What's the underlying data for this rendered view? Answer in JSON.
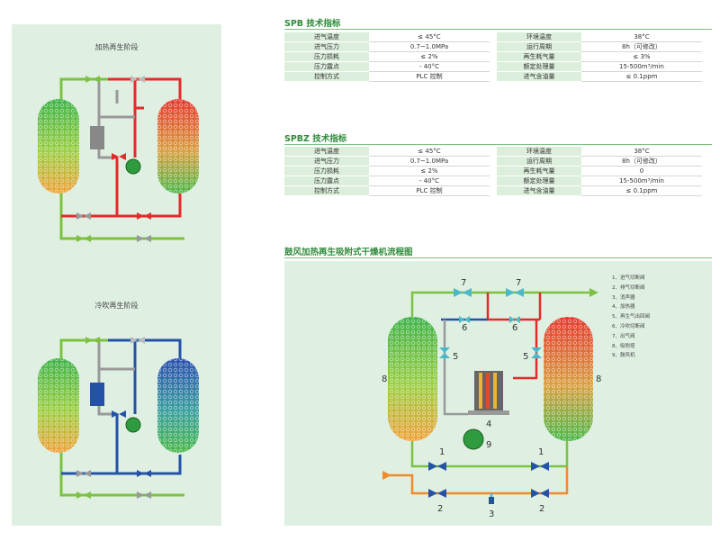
{
  "stages": {
    "heating_title": "加热再生阶段",
    "cooling_title": "冷吹再生阶段"
  },
  "spb": {
    "title": "SPB 技术指标",
    "rows": [
      {
        "k1": "进气温度",
        "v1": "≤ 45°C",
        "k2": "环境温度",
        "v2": "38°C"
      },
      {
        "k1": "进气压力",
        "v1": "0.7~1.0MPa",
        "k2": "运行周期",
        "v2": "8h（可修改）"
      },
      {
        "k1": "压力损耗",
        "v1": "≤ 2%",
        "k2": "再生耗气量",
        "v2": "≤ 3%"
      },
      {
        "k1": "压力露点",
        "v1": "- 40°C",
        "k2": "额定处理量",
        "v2": "15-500m³/min"
      },
      {
        "k1": "控制方式",
        "v1": "PLC 控制",
        "k2": "进气含油量",
        "v2": "≤ 0.1ppm"
      }
    ]
  },
  "spbz": {
    "title": "SPBZ 技术指标",
    "rows": [
      {
        "k1": "进气温度",
        "v1": "≤ 45°C",
        "k2": "环境温度",
        "v2": "38°C"
      },
      {
        "k1": "进气压力",
        "v1": "0.7~1.0MPa",
        "k2": "运行周期",
        "v2": "8h（可修改）"
      },
      {
        "k1": "压力损耗",
        "v1": "≤ 2%",
        "k2": "再生耗气量",
        "v2": "0"
      },
      {
        "k1": "压力露点",
        "v1": "- 40°C",
        "k2": "额定处理量",
        "v2": "15-500m³/min"
      },
      {
        "k1": "控制方式",
        "v1": "PLC 控制",
        "k2": "进气含油量",
        "v2": "≤ 0.1ppm"
      }
    ]
  },
  "flow": {
    "title": "鼓风加热再生吸附式干燥机流程图",
    "legend": [
      "1、进气切断阀",
      "2、排气切断阀",
      "3、消声器",
      "4、加热器",
      "5、再生气出回阀",
      "6、冷吹切断阀",
      "7、出气阀",
      "8、吸附塔",
      "9、鼓风机"
    ],
    "numbers": {
      "n1": "1",
      "n2": "2",
      "n3": "3",
      "n4": "4",
      "n5": "5",
      "n6": "6",
      "n7": "7",
      "n8": "8",
      "n9": "9"
    }
  },
  "colors": {
    "green_pipe": "#7cc242",
    "red_pipe": "#e32b2b",
    "blue_pipe": "#2453a6",
    "gray_pipe": "#999999",
    "teal_pipe": "#49b9c9",
    "orange_pipe": "#f08a2a",
    "accent_title": "#2f8a3b"
  }
}
